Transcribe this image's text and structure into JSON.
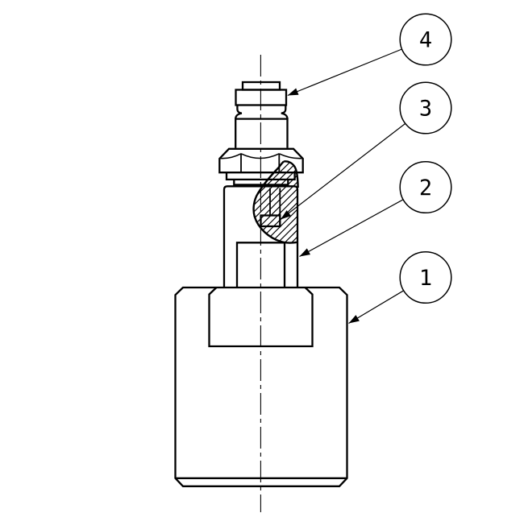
{
  "drawing": {
    "background_color": "#ffffff",
    "line_color": "#000000",
    "callouts": [
      {
        "label": "4"
      },
      {
        "label": "3"
      },
      {
        "label": "2"
      },
      {
        "label": "1"
      }
    ]
  }
}
